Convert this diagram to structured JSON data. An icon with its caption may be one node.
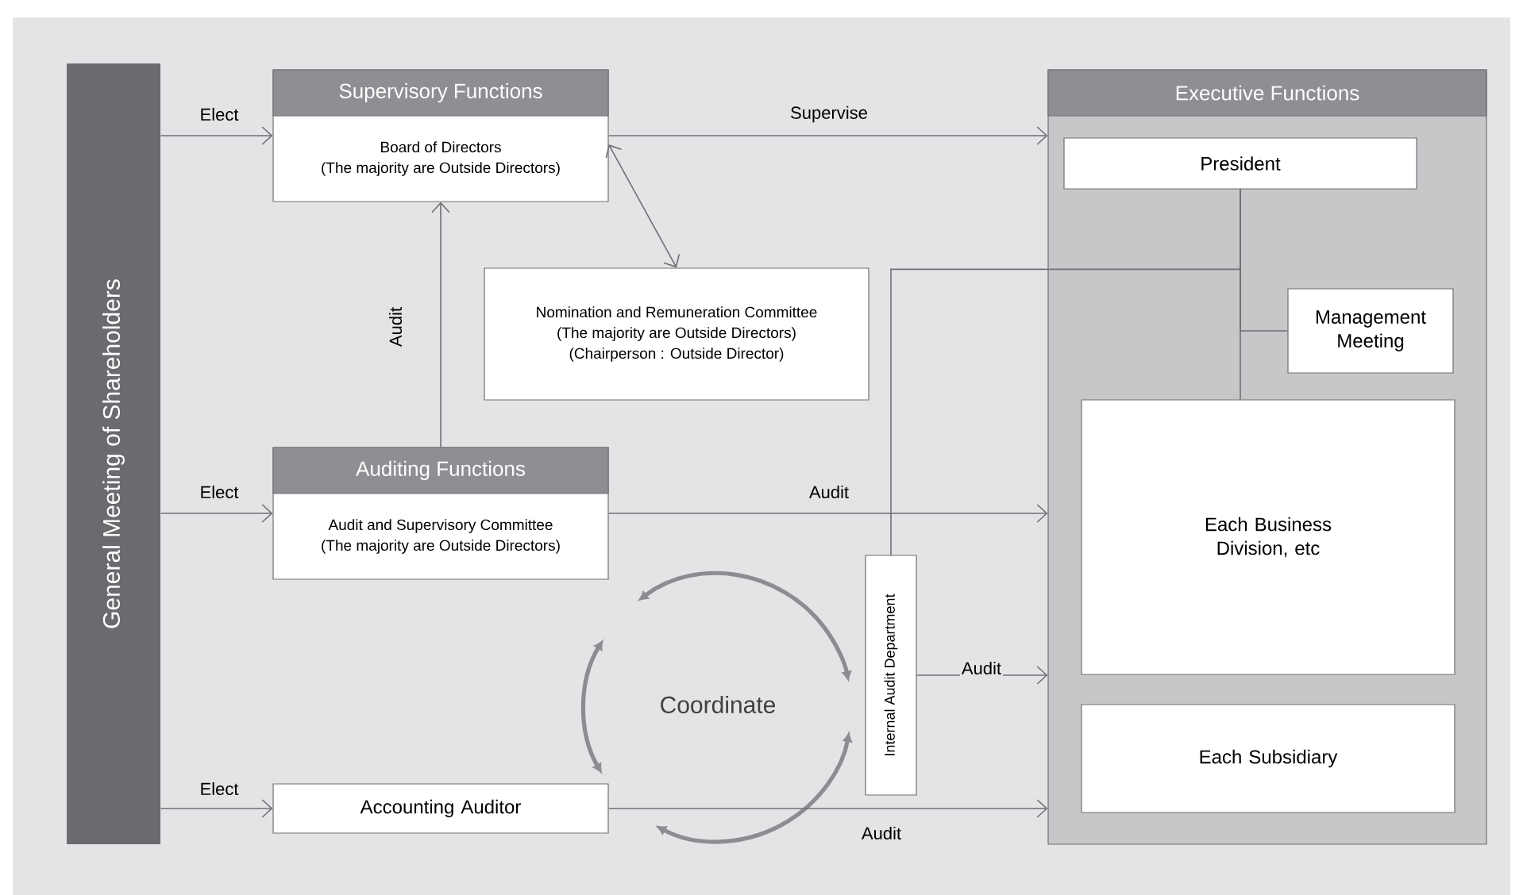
{
  "diagram": {
    "nodes": [
      {
        "text": [
          "General Meeting of Shareholders"
        ]
      },
      {
        "text": [
          "Supervisory Functions",
          "Board of Directors",
          "(The majority are Outside Directors)"
        ]
      },
      {
        "text": [
          "Nomination and Remuneration Committee",
          "(The majority are Outside Directors)",
          "(Chairperson : Outside Director)"
        ]
      },
      {
        "text": [
          "Auditing Functions",
          "Audit and Supervisory Committee",
          "(The majority are Outside Directors)"
        ]
      },
      {
        "text": [
          "Accounting Auditor"
        ]
      },
      {
        "text": [
          "Internal Audit Department"
        ]
      },
      {
        "text": [
          "Executive Functions"
        ]
      },
      {
        "text": [
          "President"
        ],
        "in": 6
      },
      {
        "text": [
          "Management Meeting"
        ],
        "in": 6
      },
      {
        "text": [
          "Each Business Division, etc"
        ],
        "in": 6
      },
      {
        "text": [
          "Each Subsidiary"
        ],
        "in": 6
      }
    ],
    "edges": [
      {
        "from": 0,
        "to": 1,
        "arrow": "to",
        "label": "Elect"
      },
      {
        "from": 0,
        "to": 3,
        "arrow": "to",
        "label": "Elect"
      },
      {
        "from": 0,
        "to": 4,
        "arrow": "to",
        "label": "Elect"
      },
      {
        "from": 1,
        "to": 6,
        "arrow": "to",
        "label": "Supervise"
      },
      {
        "from": 3,
        "to": 1,
        "arrow": "to",
        "label": "Audit"
      },
      {
        "from": 1,
        "to": 2,
        "arrow": "both"
      },
      {
        "from": 3,
        "to": 6,
        "arrow": "to",
        "label": "Audit"
      },
      {
        "from": 5,
        "to": 6,
        "arrow": "to",
        "label": "Audit"
      },
      {
        "from": 4,
        "to": 6,
        "arrow": "to",
        "label": "Audit"
      },
      {
        "from": 7,
        "to": 9,
        "arrow": "none"
      },
      {
        "from": 7,
        "to": 8,
        "arrow": "none"
      },
      {
        "from": 5,
        "to": 7,
        "arrow": "none"
      }
    ],
    "labels": [
      "Coordinate"
    ]
  }
}
